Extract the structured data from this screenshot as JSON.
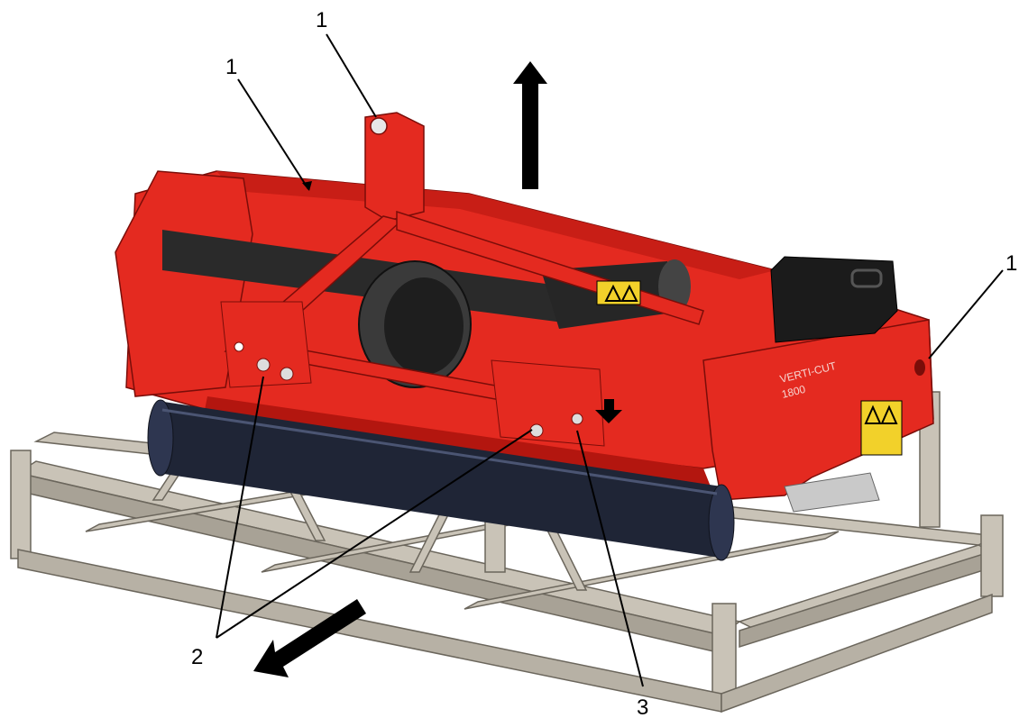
{
  "callouts": [
    {
      "id": "a",
      "label": "1"
    },
    {
      "id": "b",
      "label": "1"
    },
    {
      "id": "c",
      "label": "1"
    },
    {
      "id": "d",
      "label": "2"
    },
    {
      "id": "e",
      "label": "3"
    }
  ],
  "colors": {
    "machine_red": "#e42a20",
    "machine_red_dark": "#a8120e",
    "frame_grey": "#c9c3b7",
    "frame_grey_dark": "#9c968a",
    "roller": "#1f2536",
    "tank": "#1b1b1b",
    "warning_yellow": "#f2d12a",
    "arrow": "#000000"
  },
  "decal": {
    "model_line1": "VERTI-CUT",
    "model_line2": "1800"
  }
}
